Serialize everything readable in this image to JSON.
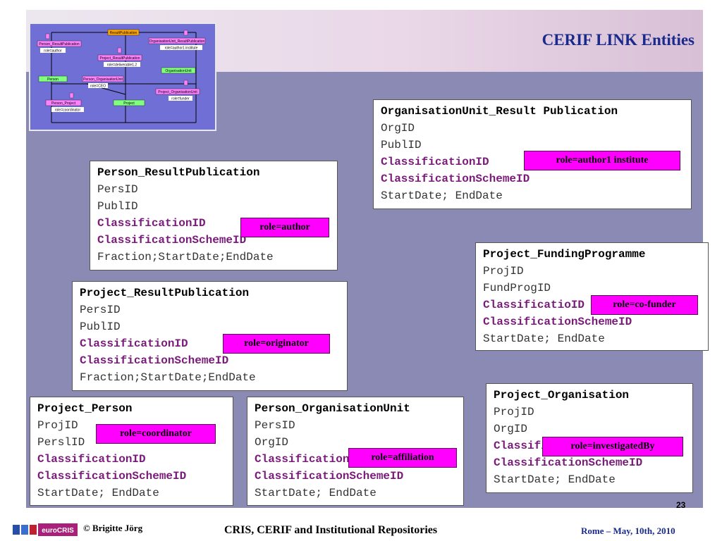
{
  "slide": {
    "title": "CERIF LINK Entities",
    "page_number": "23"
  },
  "thumbnail": {
    "nodes": [
      {
        "label": "ResultPublication"
      },
      {
        "label": "Person_ResultPublication"
      },
      {
        "label": "role=author"
      },
      {
        "label": "OrganisationUnit_ResultPublication"
      },
      {
        "label": "role=author1 institute"
      },
      {
        "label": "Project_ResultPublication"
      },
      {
        "label": "role=deliverable1.2"
      },
      {
        "label": "OrganisationUnit"
      },
      {
        "label": "Person"
      },
      {
        "label": "Person_OrganisationUnit"
      },
      {
        "label": "role=CEO"
      },
      {
        "label": "Project_OrganisationUnit"
      },
      {
        "label": "role=funder"
      },
      {
        "label": "Person_Project"
      },
      {
        "label": "role=coordinator"
      },
      {
        "label": "Project"
      }
    ]
  },
  "entities": [
    {
      "name": "OrganisationUnit_Result Publication",
      "fields": [
        "OrgID",
        "PublID"
      ],
      "class_fields": [
        "ClassificationID",
        "ClassificationSchemeID"
      ],
      "dates": "StartDate; EndDate",
      "role": "role=author1 institute"
    },
    {
      "name": "Person_ResultPublication",
      "fields": [
        "PersID",
        "PublID"
      ],
      "class_fields": [
        "ClassificationID",
        "ClassificationSchemeID"
      ],
      "dates": "Fraction;StartDate;EndDate",
      "role": "role=author"
    },
    {
      "name": "Project_FundingProgramme",
      "fields": [
        "ProjID",
        "FundProgID"
      ],
      "class_fields": [
        "ClassificatioID",
        "ClassificationSchemeID"
      ],
      "dates": "StartDate; EndDate",
      "role": "role=co-funder"
    },
    {
      "name": "Project_ResultPublication",
      "fields": [
        "PersID",
        "PublID"
      ],
      "class_fields": [
        "ClassificationID",
        "ClassificationSchemeID"
      ],
      "dates": "Fraction;StartDate;EndDate",
      "role": "role=originator"
    },
    {
      "name": "Project_Organisation",
      "fields": [
        "ProjID",
        "OrgID"
      ],
      "class_fields": [
        "ClassificationID",
        "ClassificationSchemeID"
      ],
      "dates": "StartDate; EndDate",
      "role": "role=investigatedBy"
    },
    {
      "name": "Project_Person",
      "fields": [
        "ProjID",
        "PerslID"
      ],
      "class_fields": [
        "ClassificationID",
        "ClassificationSchemeID"
      ],
      "dates": "StartDate; EndDate",
      "role": "role=coordinator"
    },
    {
      "name": "Person_OrganisationUnit",
      "fields": [
        "PersID",
        "OrgID"
      ],
      "class_fields": [
        "ClassificationID",
        "ClassificationSchemeID"
      ],
      "dates": "StartDate; EndDate",
      "role": "role=affiliation"
    }
  ],
  "footer": {
    "logo_text": "euroCRIS",
    "copyright": "© Brigitte Jörg",
    "center": "CRIS, CERIF and Institutional Repositories",
    "right": "Rome – May, 10th, 2010"
  }
}
